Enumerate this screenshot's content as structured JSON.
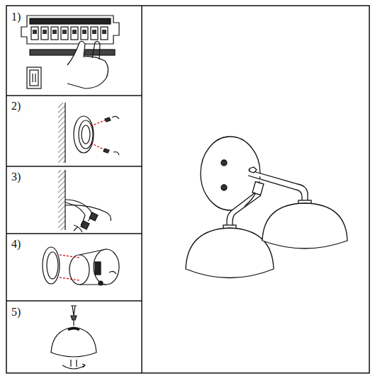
{
  "diagram": {
    "labels": [
      "1)",
      "2)",
      "3)",
      "4)",
      "5)"
    ]
  }
}
